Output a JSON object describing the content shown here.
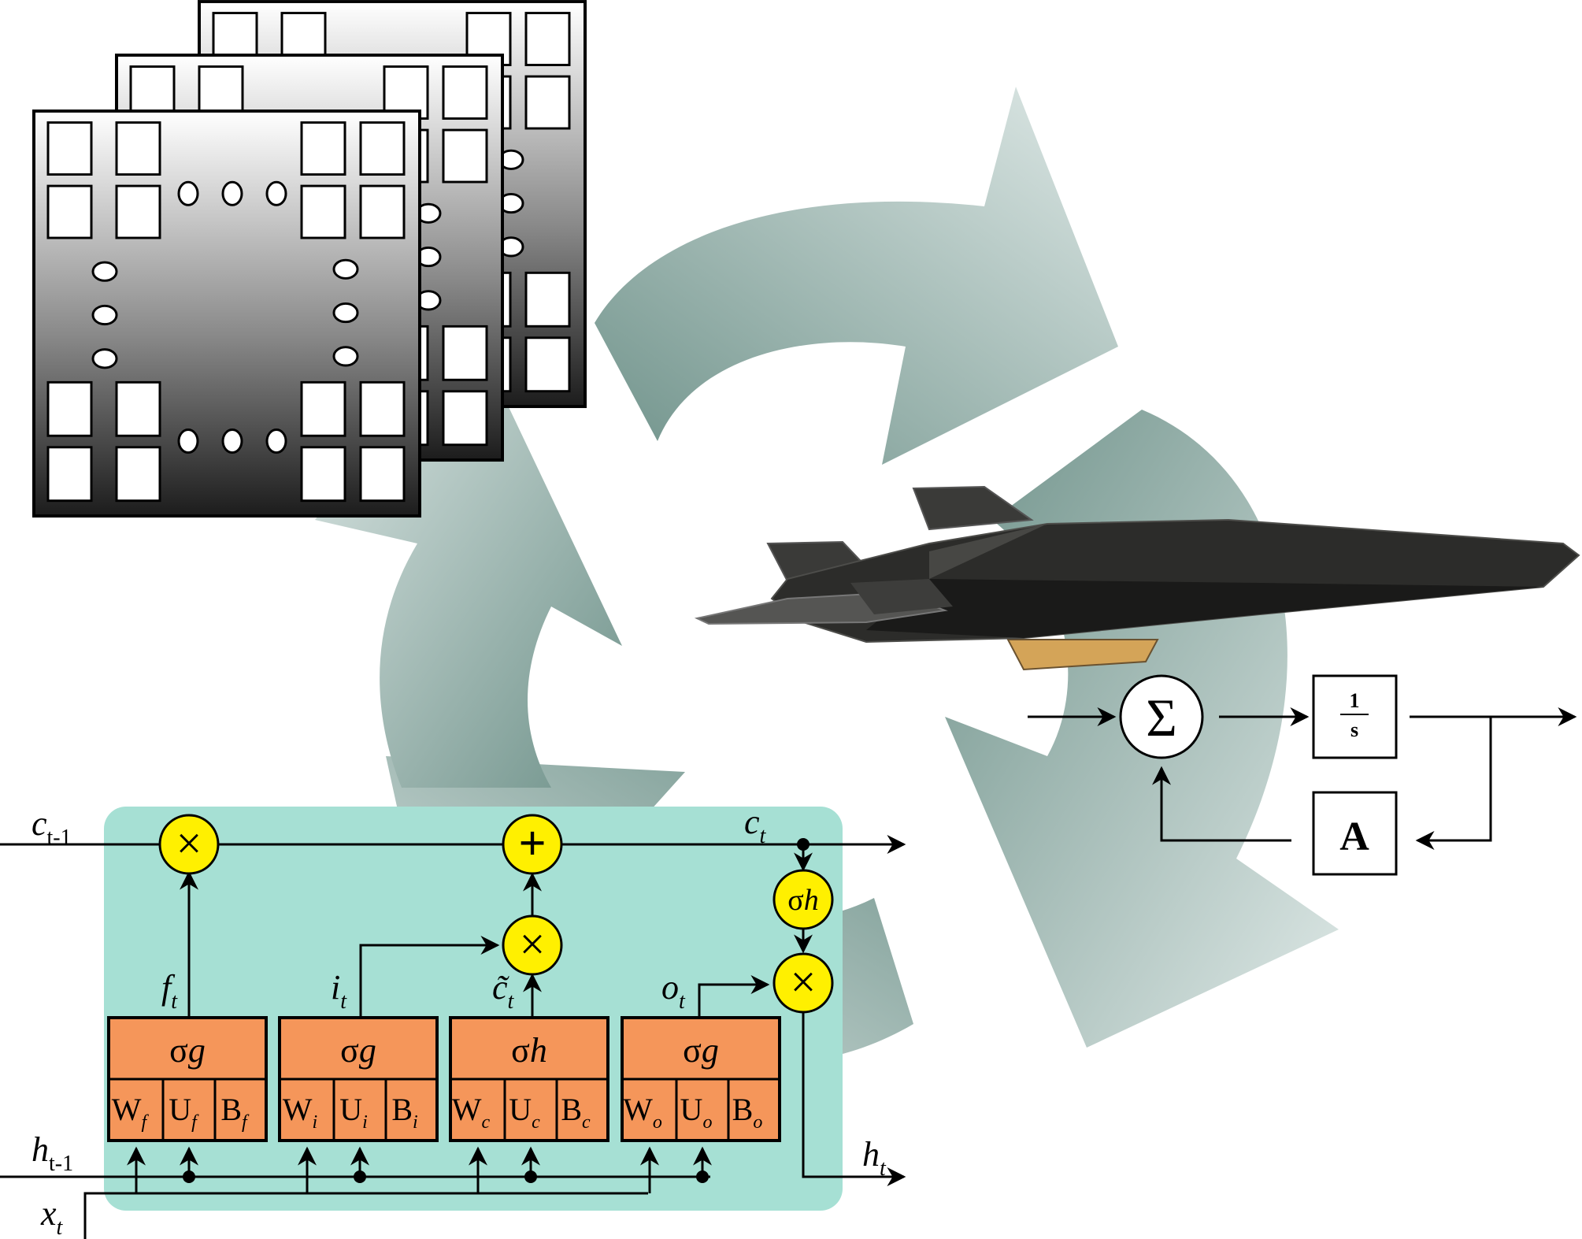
{
  "colors": {
    "cycle_dark": "#6f928a",
    "cycle_light": "#dfe9e7",
    "lstm_background": "#a6e0d4",
    "gate_fill": "#f5965a",
    "operator_fill": "#fff000",
    "grid_top": "#ffffff",
    "grid_bottom": "#1c1c1c",
    "aircraft_body": "#2c2c2a",
    "aircraft_belly": "#d4a458"
  },
  "icons": {
    "cycle": "circular-arrows-icon",
    "aircraft": "hypersonic-aircraft-icon",
    "grid_stack": "stacked-grid-layers-icon"
  },
  "control_loop": {
    "sum_symbol": "Σ",
    "integrator_num": "1",
    "integrator_den": "s",
    "feedback_label": "A"
  },
  "lstm": {
    "cell_in": {
      "main": "c",
      "sub": "t-1"
    },
    "cell_out": {
      "main": "c",
      "sub": "t"
    },
    "hidden_in": {
      "main": "h",
      "sub": "t-1"
    },
    "hidden_out": {
      "main": "h",
      "sub": "t"
    },
    "input": {
      "main": "x",
      "sub": "t"
    },
    "op_multiply": "×",
    "op_add": "+",
    "tanh_op": {
      "main": "σ",
      "sub": "h"
    },
    "gates": [
      {
        "output_main": "f",
        "output_sub": "t",
        "act_main": "σ",
        "act_sub": "g",
        "weights": [
          {
            "main": "W",
            "sub": "f"
          },
          {
            "main": "U",
            "sub": "f"
          },
          {
            "main": "B",
            "sub": "f"
          }
        ]
      },
      {
        "output_main": "i",
        "output_sub": "t",
        "act_main": "σ",
        "act_sub": "g",
        "weights": [
          {
            "main": "W",
            "sub": "i"
          },
          {
            "main": "U",
            "sub": "i"
          },
          {
            "main": "B",
            "sub": "i"
          }
        ]
      },
      {
        "output_main": "c̃",
        "output_sub": "t",
        "act_main": "σ",
        "act_sub": "h",
        "weights": [
          {
            "main": "W",
            "sub": "c"
          },
          {
            "main": "U",
            "sub": "c"
          },
          {
            "main": "B",
            "sub": "c"
          }
        ]
      },
      {
        "output_main": "o",
        "output_sub": "t",
        "act_main": "σ",
        "act_sub": "g",
        "weights": [
          {
            "main": "W",
            "sub": "o"
          },
          {
            "main": "U",
            "sub": "o"
          },
          {
            "main": "B",
            "sub": "o"
          }
        ]
      }
    ]
  }
}
